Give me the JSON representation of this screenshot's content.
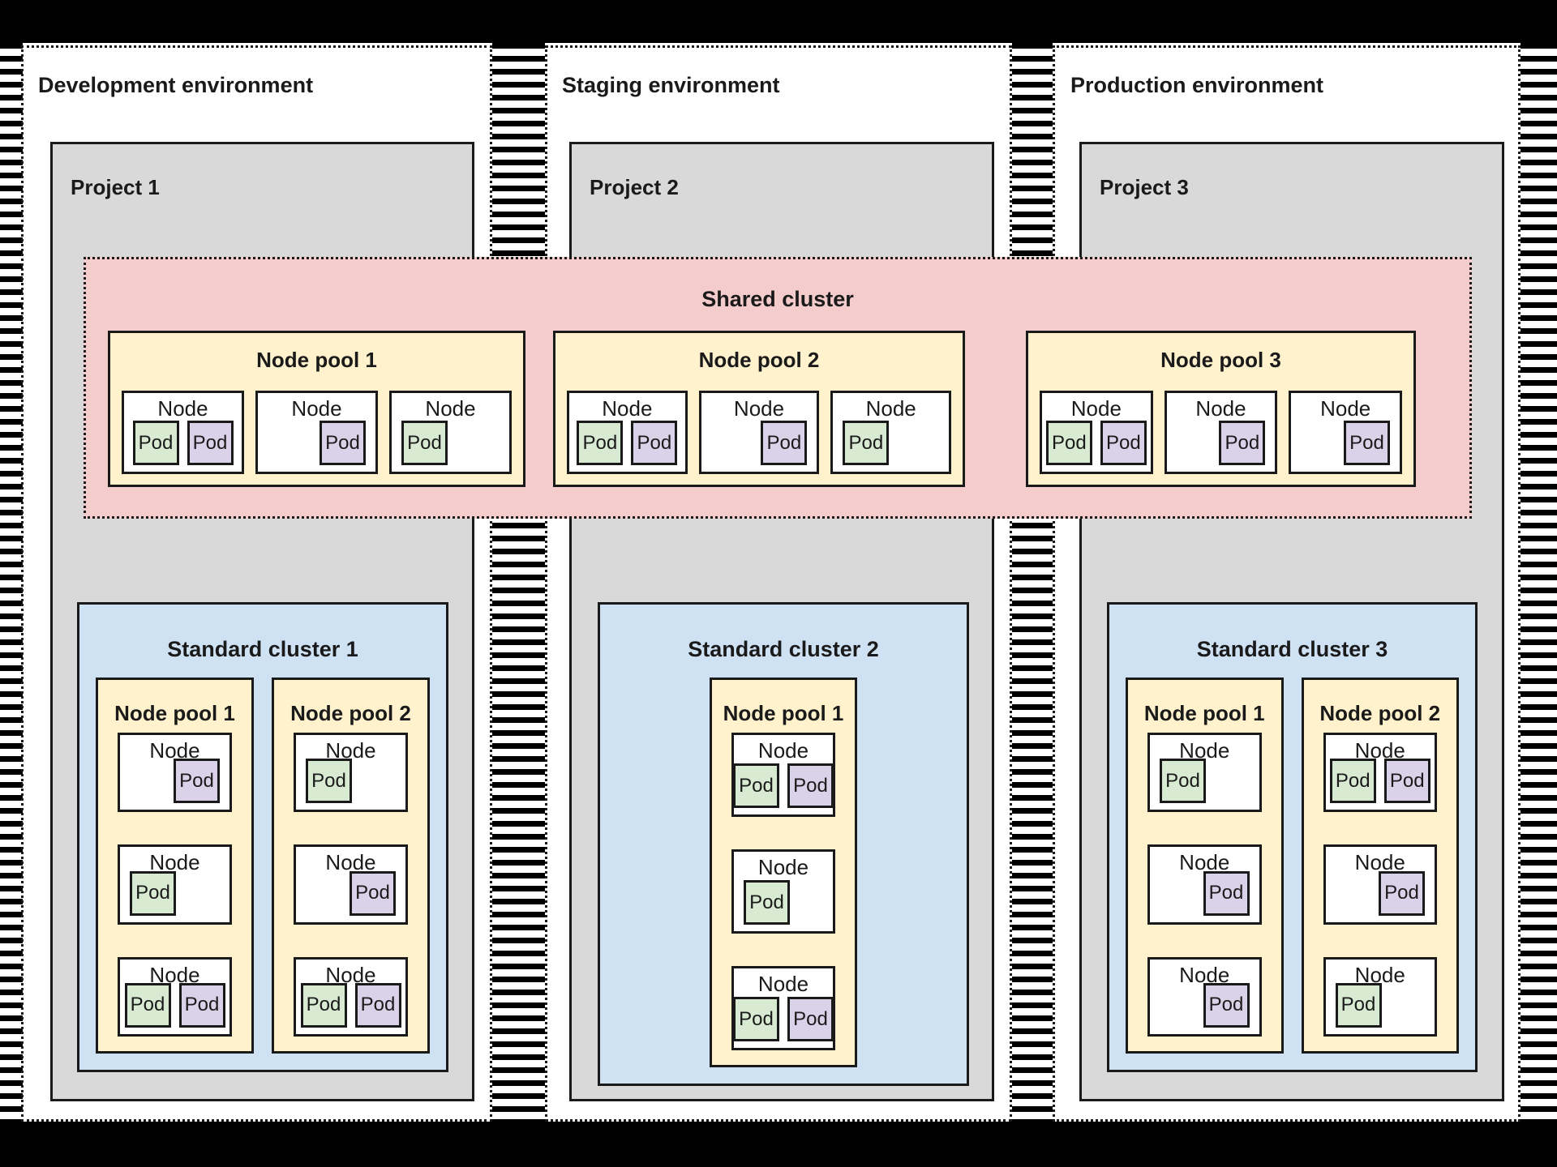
{
  "labels": {
    "node": "Node",
    "pod": "Pod"
  },
  "colors": {
    "background": "#ffffff",
    "frame_black": "#000000",
    "project_gray": "#d9d9d9",
    "shared_cluster_pink": "#f4cccc",
    "node_pool_yellow": "#fff2cc",
    "standard_cluster_blue": "#cfe2f3",
    "pod_green": "#d9ead3",
    "pod_purple": "#d9d2e9",
    "border": "#1a1a1a"
  },
  "environments": [
    {
      "title": "Development environment",
      "project": {
        "title": "Project 1",
        "standard_cluster": {
          "title": "Standard cluster 1",
          "pools": [
            {
              "title": "Node pool 1",
              "nodes": [
                {
                  "pods": [
                    "purple"
                  ],
                  "align": "right"
                },
                {
                  "pods": [
                    "green"
                  ],
                  "align": "left"
                },
                {
                  "pods": [
                    "green",
                    "purple"
                  ],
                  "align": "center"
                }
              ]
            },
            {
              "title": "Node pool 2",
              "nodes": [
                {
                  "pods": [
                    "green"
                  ],
                  "align": "left"
                },
                {
                  "pods": [
                    "purple"
                  ],
                  "align": "right"
                },
                {
                  "pods": [
                    "green",
                    "purple"
                  ],
                  "align": "center"
                }
              ]
            }
          ]
        }
      }
    },
    {
      "title": "Staging environment",
      "project": {
        "title": "Project 2",
        "standard_cluster": {
          "title": "Standard cluster 2",
          "pools": [
            {
              "title": "Node pool 1",
              "nodes": [
                {
                  "pods": [
                    "green",
                    "purple"
                  ],
                  "align": "center"
                },
                {
                  "pods": [
                    "green"
                  ],
                  "align": "left"
                },
                {
                  "pods": [
                    "green",
                    "purple"
                  ],
                  "align": "center"
                }
              ]
            }
          ]
        }
      }
    },
    {
      "title": "Production environment",
      "project": {
        "title": "Project 3",
        "standard_cluster": {
          "title": "Standard cluster 3",
          "pools": [
            {
              "title": "Node pool 1",
              "nodes": [
                {
                  "pods": [
                    "green"
                  ],
                  "align": "left"
                },
                {
                  "pods": [
                    "purple"
                  ],
                  "align": "right"
                },
                {
                  "pods": [
                    "purple"
                  ],
                  "align": "right"
                }
              ]
            },
            {
              "title": "Node pool 2",
              "nodes": [
                {
                  "pods": [
                    "green",
                    "purple"
                  ],
                  "align": "center"
                },
                {
                  "pods": [
                    "purple"
                  ],
                  "align": "right"
                },
                {
                  "pods": [
                    "green"
                  ],
                  "align": "left"
                }
              ]
            }
          ]
        }
      }
    }
  ],
  "shared_cluster": {
    "title": "Shared cluster",
    "pools": [
      {
        "title": "Node pool 1",
        "nodes": [
          {
            "pods": [
              "green",
              "purple"
            ],
            "align": "center"
          },
          {
            "pods": [
              "purple"
            ],
            "align": "right"
          },
          {
            "pods": [
              "green"
            ],
            "align": "left"
          }
        ]
      },
      {
        "title": "Node pool 2",
        "nodes": [
          {
            "pods": [
              "green",
              "purple"
            ],
            "align": "center"
          },
          {
            "pods": [
              "purple"
            ],
            "align": "right"
          },
          {
            "pods": [
              "green"
            ],
            "align": "left"
          }
        ]
      },
      {
        "title": "Node pool 3",
        "nodes": [
          {
            "pods": [
              "green",
              "purple"
            ],
            "align": "center"
          },
          {
            "pods": [
              "purple"
            ],
            "align": "right"
          },
          {
            "pods": [
              "purple"
            ],
            "align": "right"
          }
        ]
      }
    ]
  }
}
